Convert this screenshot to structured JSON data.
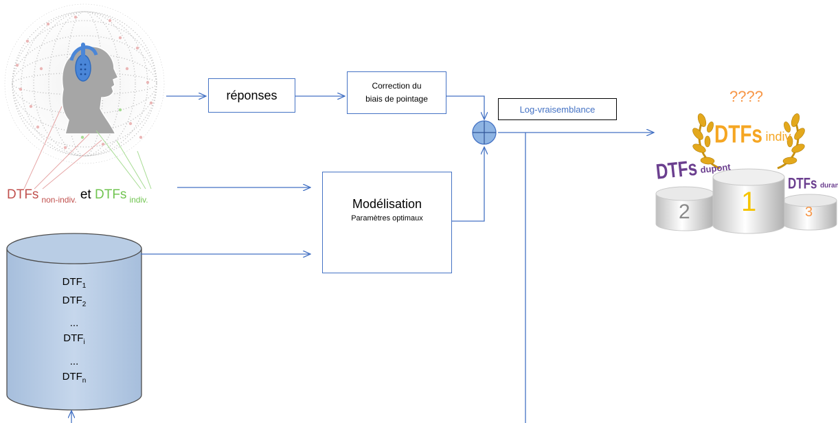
{
  "blocks": {
    "responses": "réponses",
    "correction_line1": "Correction du",
    "correction_line2": "biais de pointage",
    "loglik": "Log-vraisemblance",
    "modelisation": "Modélisation",
    "optimal_params": "Paramètres optimaux"
  },
  "dtf_legend": {
    "nonindiv_main": "DTFs",
    "nonindiv_sub": "non-indiv.",
    "connector": "et",
    "indiv_main": "DTFs",
    "indiv_sub": "indiv.",
    "nonindiv_color": "#c0504d",
    "indiv_color": "#70c450"
  },
  "database": {
    "items": [
      {
        "main": "DTF",
        "sub": "1"
      },
      {
        "main": "DTF",
        "sub": "2"
      },
      {
        "main": "...",
        "sub": ""
      },
      {
        "main": "DTF",
        "sub": "i"
      },
      {
        "main": "...",
        "sub": ""
      },
      {
        "main": "DTF",
        "sub": "n"
      }
    ]
  },
  "podium": {
    "unknown": "????",
    "first_main": "DTFs",
    "first_sub": "indiv",
    "second_main": "DTFs",
    "second_sub": "dupont",
    "third_main": "DTFs",
    "third_sub": "durand",
    "rank1": "1",
    "rank2": "2",
    "rank3": "3"
  },
  "colors": {
    "line": "#4472c4",
    "database_fill": "#b9cde5",
    "adder_fill": "#8eb4e3",
    "gold": "#e3a81c",
    "orange": "#f79646",
    "purple": "#6b3f8f"
  }
}
